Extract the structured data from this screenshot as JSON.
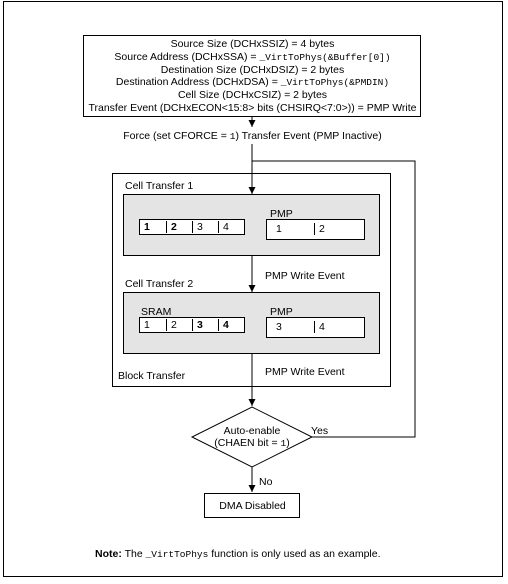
{
  "config_box": {
    "line1": "Source Size (DCHxSSIZ) = 4 bytes",
    "line2_prefix": "Source Address (DCHxSSA) = ",
    "line2_code": "_VirtToPhys(&Buffer[0])",
    "line3": "Destination Size (DCHxDSIZ) = 2 bytes",
    "line4_prefix": "Destination Address (DCHxDSA) = ",
    "line4_code": "_VirtToPhys(&PMDIN)",
    "line5": "Cell Size (DCHxCSIZ) = 2 bytes",
    "line6": "Transfer Event (DCHxECON<15:8> bits (CHSIRQ<7:0>)) = PMP Write"
  },
  "force_label_prefix": "Force (set CFORCE = ",
  "force_label_code": "1",
  "force_label_suffix": ") Transfer Event (PMP Inactive)",
  "block": {
    "label": "Block Transfer",
    "cell1": {
      "label": "Cell  Transfer 1",
      "src_cells": [
        "1",
        "2",
        "3",
        "4"
      ],
      "pmp_label": "PMP",
      "pmp_cells": [
        "1",
        "2"
      ]
    },
    "event1": "PMP Write Event",
    "cell2": {
      "label": "Cell  Transfer 2",
      "sram_label": "SRAM",
      "src_cells": [
        "1",
        "2",
        "3",
        "4"
      ],
      "pmp_label": "PMP",
      "pmp_cells": [
        "3",
        "4"
      ]
    },
    "event2": "PMP Write Event"
  },
  "decision": {
    "line1": "Auto-enable",
    "line2_prefix": "(CHAEN bit = ",
    "line2_code": "1",
    "line2_suffix": ")",
    "yes": "Yes",
    "no": "No"
  },
  "end_box": "DMA Disabled",
  "note": {
    "label": "Note:",
    "text_pre": " The ",
    "code": "_VirtToPhys",
    "text_post": " function is only used as an example."
  },
  "colors": {
    "inner_fill": "#e4e4e4",
    "line": "#000000"
  }
}
